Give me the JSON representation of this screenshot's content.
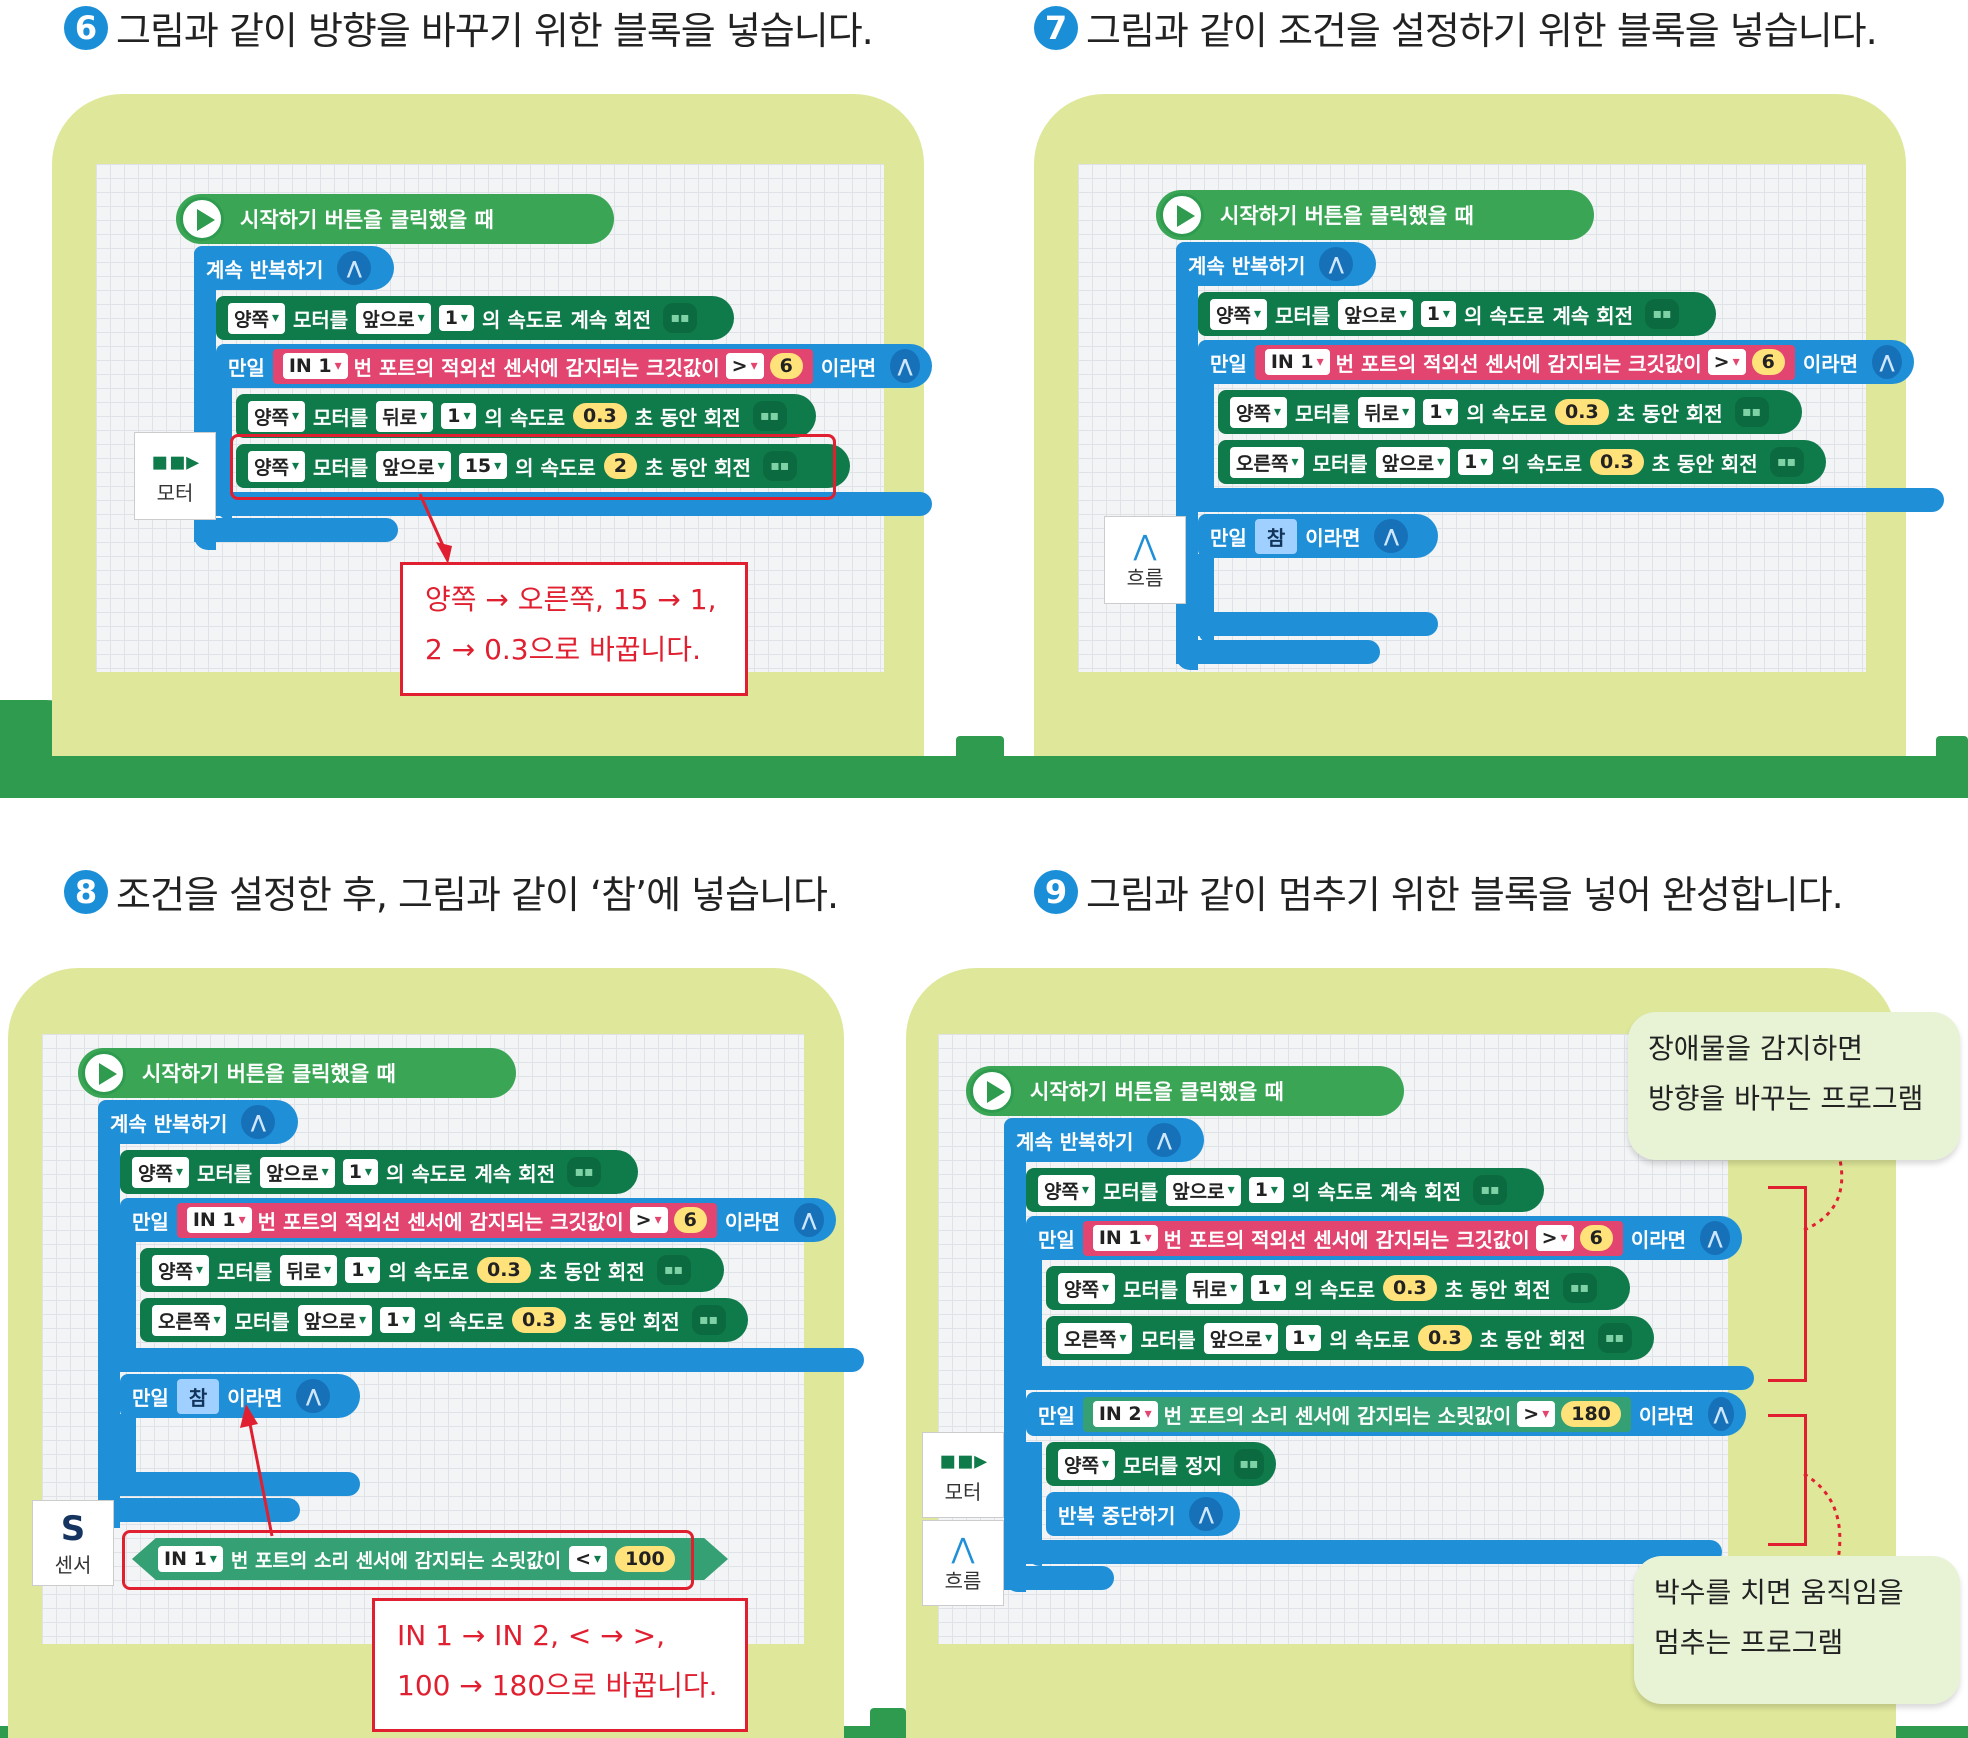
{
  "steps": [
    {
      "num": "6",
      "text": "그림과 같이 방향을 바꾸기 위한 블록을 넣습니다."
    },
    {
      "num": "7",
      "text": "그림과 같이 조건을 설정하기 위한 블록을 넣습니다."
    },
    {
      "num": "8",
      "text": "조건을 설정한 후, 그림과 같이 ‘참’에 넣습니다."
    },
    {
      "num": "9",
      "text": "그림과 같이 멈추기 위한 블록을 넣어 완성합니다."
    }
  ],
  "blocks": {
    "start": "시작하기 버튼을 클릭했을 때",
    "forever": "계속 반복하기",
    "if": "만일",
    "then": "이라면",
    "true": "참",
    "both": "양쪽",
    "right": "오른쪽",
    "motor": "모터를",
    "forward": "앞으로",
    "backward": "뒤로",
    "speed_of": "의 속도로",
    "spin_forever": "계속 회전",
    "sec": "초 동안 회전",
    "in1": "IN 1",
    "in2": "IN 2",
    "port_ir": "번 포트의 적외선 센서에 감지되는 크깃값이",
    "port_sound": "번 포트의 소리 센서에 감지되는 소릿값이",
    "gt": ">",
    "lt": "<",
    "stop": "모터를 정지",
    "break": "반복 중단하기",
    "v1": "1",
    "v15": "15",
    "v2": "2",
    "v03": "0.3",
    "v6": "6",
    "v100": "100",
    "v180": "180"
  },
  "palette": {
    "motor": "모터",
    "flow": "흐름",
    "sensor": "센서",
    "sensor_letter": "S"
  },
  "notes": {
    "n6_l1": "양쪽 → 오른쪽, 15 → 1,",
    "n6_l2": "2 → 0.3으로 바꿉니다.",
    "n8_l1": "IN 1 → IN 2, < → >,",
    "n8_l2": "100 → 180으로 바꿉니다."
  },
  "bubbles": {
    "b1_l1": "장애물을 감지하면",
    "b1_l2": "방향을 바꾸는 프로그램",
    "b2_l1": "박수를 치면 움직임을",
    "b2_l2": "멈추는 프로그램"
  }
}
